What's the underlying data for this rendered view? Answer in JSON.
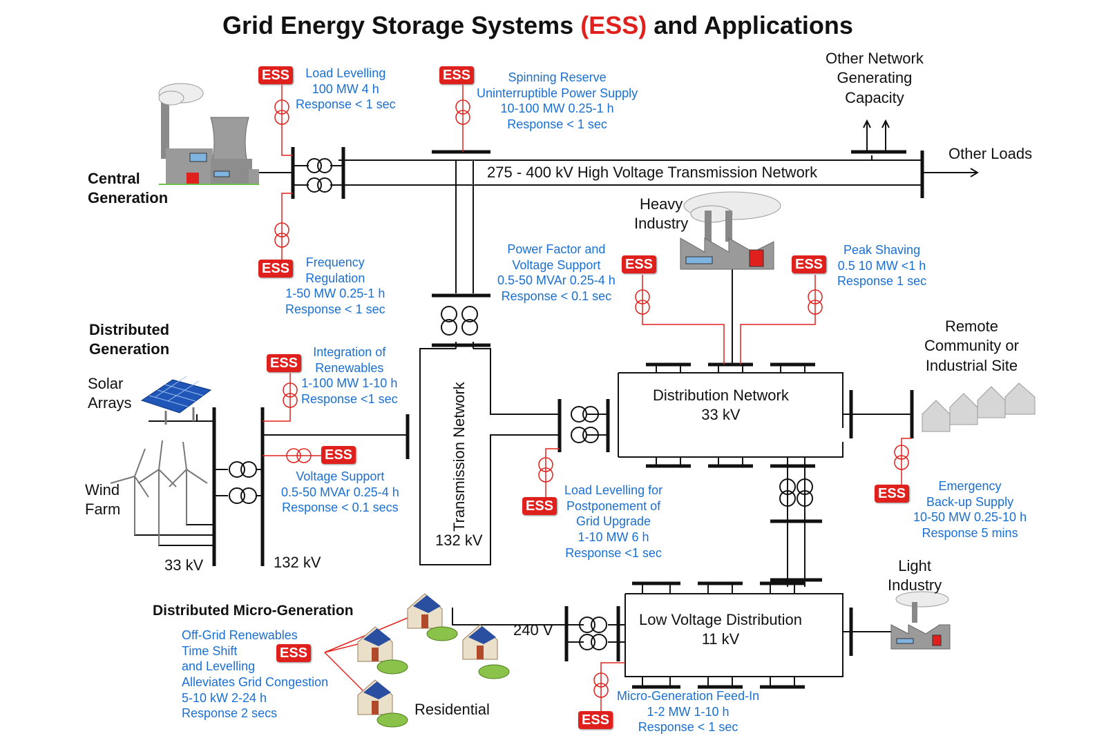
{
  "title": {
    "before": "Grid Energy Storage Systems ",
    "ess": "(ESS)",
    "after": " and Applications"
  },
  "ess_label": "ESS",
  "nodes": {
    "central_gen": [
      "Central",
      "Generation"
    ],
    "other_network": [
      "Other Network",
      "Generating",
      "Capacity"
    ],
    "other_loads": "Other Loads",
    "hv_network": "275 - 400 kV High Voltage Transmission Network",
    "heavy_industry": [
      "Heavy",
      "Industry"
    ],
    "dist_gen": [
      "Distributed",
      "Generation"
    ],
    "solar": [
      "Solar",
      "Arrays"
    ],
    "wind": [
      "Wind",
      "Farm"
    ],
    "transmission": "Transmission Network",
    "trans_kv": "132 kV",
    "dist_network": [
      "Distribution Network",
      "33 kV"
    ],
    "remote": [
      "Remote",
      "Community or",
      "Industrial Site"
    ],
    "kv33": "33 kV",
    "kv132": "132 kV",
    "light_industry": [
      "Light",
      "Industry"
    ],
    "micro_gen": "Distributed Micro-Generation",
    "v240": "240 V",
    "lv_dist": [
      "Low Voltage Distribution",
      "11 kV"
    ],
    "residential": "Residential"
  },
  "applications": {
    "load_levelling": [
      "Load Levelling",
      "100 MW 4 h",
      "Response < 1 sec"
    ],
    "spinning_reserve": [
      "Spinning Reserve",
      "Uninterruptible Power Supply",
      "10-100 MW  0.25-1 h",
      "Response < 1 sec"
    ],
    "frequency_regulation": [
      "Frequency",
      "Regulation",
      "1-50 MW  0.25-1 h",
      "Response < 1 sec"
    ],
    "power_factor": [
      "Power Factor and",
      "Voltage Support",
      "0.5-50 MVAr  0.25-4 h",
      "Response < 0.1 sec"
    ],
    "peak_shaving": [
      "Peak Shaving",
      "0.5 10 MW  <1 h",
      "Response 1 sec"
    ],
    "integration_renewables": [
      "Integration of",
      "Renewables",
      "1-100 MW  1-10 h",
      "Response <1 sec"
    ],
    "voltage_support": [
      "Voltage Support",
      "0.5-50 MVAr  0.25-4 h",
      "Response < 0.1 secs"
    ],
    "load_levelling_grid": [
      "Load Levelling for",
      "Postponement of",
      "Grid Upgrade",
      "1-10 MW 6 h",
      "Response <1 sec"
    ],
    "emergency": [
      "Emergency",
      "Back-up Supply",
      "10-50 MW  0.25-10 h",
      "Response  5 mins"
    ],
    "off_grid": [
      "Off-Grid Renewables",
      "Time Shift",
      "and Levelling",
      "Alleviates Grid Congestion",
      "5-10 kW  2-24 h",
      "Response 2 secs"
    ],
    "micro_feed_in": [
      "Micro-Generation Feed-In",
      "1-2 MW  1-10 h",
      "Response < 1 sec"
    ]
  },
  "colors": {
    "ess_red": "#e0201c",
    "app_blue": "#1a6fd1",
    "line_black": "#111111",
    "link_red": "#e0201c"
  }
}
